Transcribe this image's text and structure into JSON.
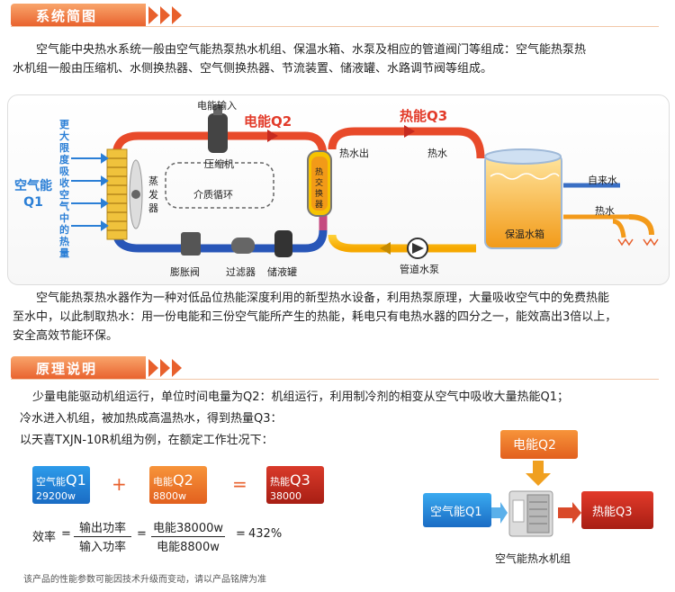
{
  "sections": {
    "overview_title": "系统简图",
    "principle_title": "原理说明"
  },
  "intro": {
    "line1": "空气能中央热水系统一般由空气能热泵热水机组、保温水箱、水泵及相应的管道阀门等组成：空气能热泵热",
    "line2": "水机组一般由压缩机、水侧换热器、空气侧换热器、节流装置、储液罐、水路调节阀等组成。"
  },
  "diagram": {
    "power_input": "电能输入",
    "q2": "电能Q2",
    "q3": "热能Q3",
    "air_energy": "空气能",
    "q1": "Q1",
    "more_air": "更大限度吸收空气中的热量",
    "compressor": "压缩机",
    "evaporator": "蒸发器",
    "medium_cycle": "介质循环",
    "exchanger": "热交换器",
    "hot_out": "热水出",
    "hot_water": "热水",
    "tap_water": "自来水",
    "hot_water2": "热水",
    "tank": "保温水箱",
    "expansion_valve": "膨胀阀",
    "filter": "过滤器",
    "receiver": "储液罐",
    "pump": "管道水泵"
  },
  "desc": {
    "line1": "空气能热泵热水器作为一种对低品位热能深度利用的新型热水设备，利用热泵原理，大量吸收空气中的免费热能",
    "line2": "至水中，以此制取热水：用一份电能和三份空气能所产生的热能，耗电只有电热水器的四分之一，能效高出3倍以上，",
    "line3": "安全高效节能环保。"
  },
  "principle": {
    "line1": "少量电能驱动机组运行，单位时间电量为Q2：机组运行，利用制冷剂的相变从空气中吸收大量热能Q1；",
    "line2": "冷水进入机组，被加热成高温热水，得到热量Q3：",
    "line3": "以天喜TXJN-10R机组为例，在额定工作壮况下："
  },
  "equation": {
    "box1_small": "空气能",
    "box1_big": "Q1",
    "box1_value": "29200w",
    "plus": "+",
    "box2_small": "电能",
    "box2_big": "Q2",
    "box2_value": "8800w",
    "equals": "=",
    "box3_small": "热能",
    "box3_big": "Q3",
    "box3_value": "38000"
  },
  "efficiency": {
    "label": "效率",
    "eq1": "=",
    "num1": "输出功率",
    "den1": "输入功率",
    "eq2": "=",
    "num2": "电能38000w",
    "den2": "电能8800w",
    "eq3": "=",
    "result": "432%"
  },
  "machine": {
    "q2": "电能Q2",
    "q1": "空气能Q1",
    "q3": "热能Q3",
    "name": "空气能热水机组"
  },
  "footnote": "该产品的性能参数可能因技术升级而变动，请以产品铭牌为准",
  "colors": {
    "orange": "#e8602c",
    "blue": "#2b7fd6",
    "red": "#c62a1f"
  }
}
